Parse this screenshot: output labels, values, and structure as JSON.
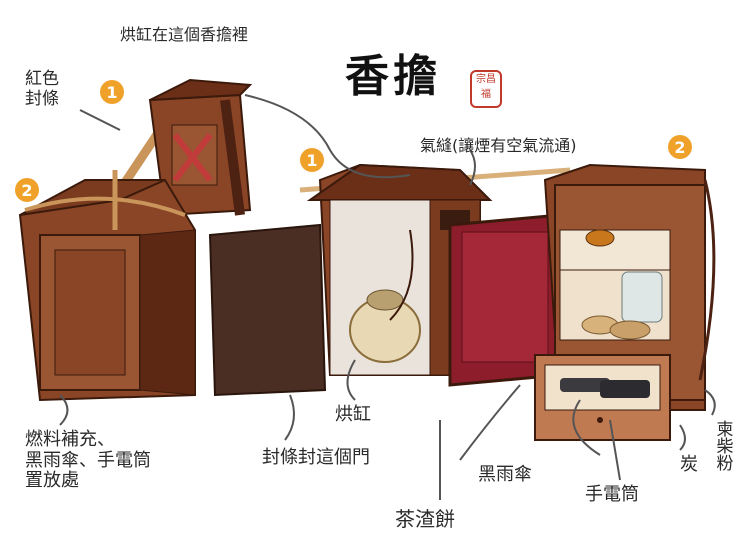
{
  "title": "香擔",
  "seal_text": "宗昌 福",
  "badges": {
    "one": "1",
    "two": "2"
  },
  "labels": {
    "jar_note": "烘缸在這個香擔裡",
    "red_seal": "紅色\n封條",
    "air_gap": "氣縫(讓煙有空氣流通)",
    "fuel": "燃料補充、\n黑雨傘、手電筒\n置放處",
    "door_seal": "封條封這個門",
    "jar": "烘缸",
    "umbrella": "黑雨傘",
    "tea_cake": "茶渣餅",
    "flashlight": "手電筒",
    "charcoal": "炭",
    "wood_powder": "柬柴粉"
  },
  "colors": {
    "wood": "#7a3b1f",
    "wood_dark": "#4e2212",
    "door_red": "#8e1d2c",
    "badge": "#f0a12a"
  }
}
